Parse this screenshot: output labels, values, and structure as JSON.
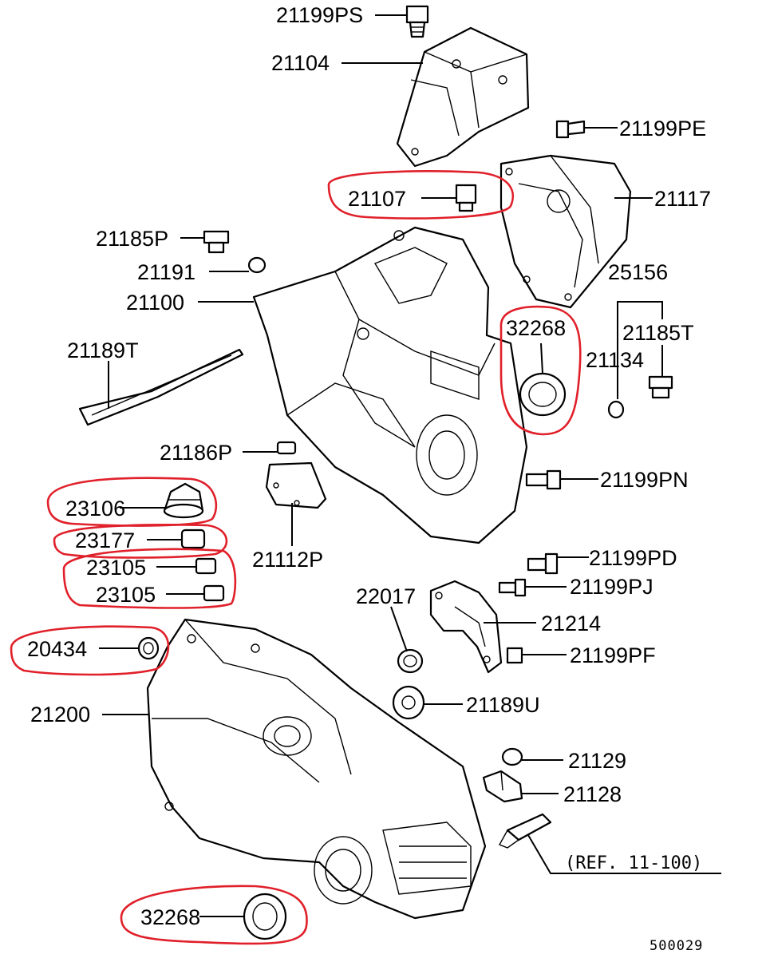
{
  "colors": {
    "highlight": "#e0202a",
    "ink": "#000000",
    "background": "#ffffff"
  },
  "labels": {
    "p21199PS": "21199PS",
    "p21104": "21104",
    "p21199PE": "21199PE",
    "p21107": "21107",
    "p21117": "21117",
    "p21185P": "21185P",
    "p21191": "21191",
    "p25156": "25156",
    "p21100": "21100",
    "p32268_top": "32268",
    "p21185T": "21185T",
    "p21189T": "21189T",
    "p21134": "21134",
    "p21186P": "21186P",
    "p21199PN": "21199PN",
    "p23106": "23106",
    "p23177": "23177",
    "p21112P": "21112P",
    "p23105_a": "23105",
    "p23105_b": "23105",
    "p21199PD": "21199PD",
    "p22017": "22017",
    "p21199PJ": "21199PJ",
    "p21214": "21214",
    "p20434": "20434",
    "p21199PF": "21199PF",
    "p21200": "21200",
    "p21189U": "21189U",
    "p21129": "21129",
    "p21128": "21128",
    "ref": "(REF. 11-100)",
    "p32268_bottom": "32268",
    "figure_code": "500029"
  }
}
